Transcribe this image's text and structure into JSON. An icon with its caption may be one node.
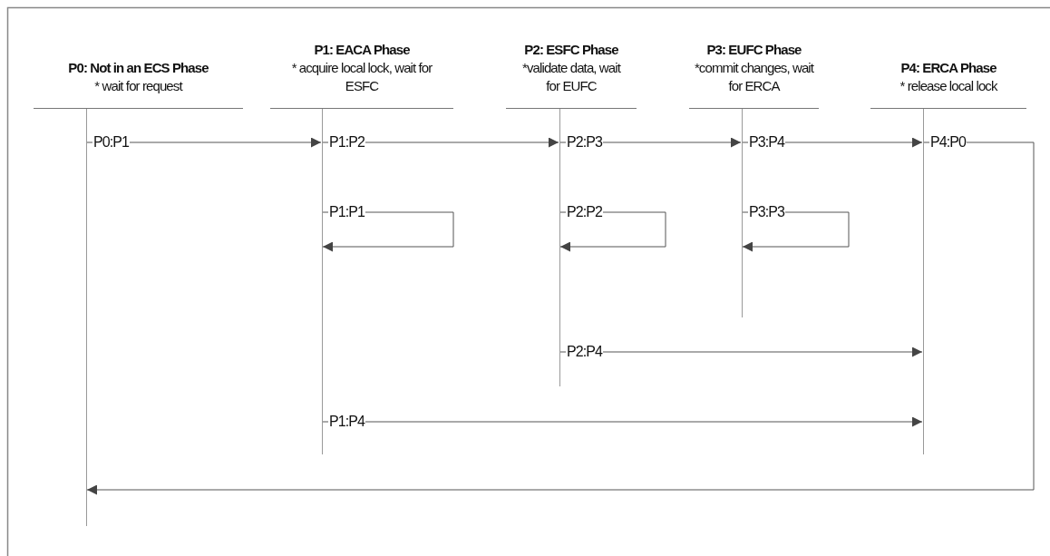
{
  "diagram": {
    "nodes": [
      {
        "text": [
          "P0: Not in an ECS Phase",
          "* wait for request"
        ]
      },
      {
        "text": [
          "P1: EACA Phase",
          "* acquire local lock, wait for ESFC"
        ]
      },
      {
        "text": [
          "P2: ESFC Phase",
          "*validate data, wait for EUFC"
        ]
      },
      {
        "text": [
          "P3: EUFC Phase",
          "*commit changes, wait for ERCA"
        ]
      },
      {
        "text": [
          "P4: ERCA Phase",
          "* release local lock"
        ]
      }
    ],
    "edges": [
      {
        "from": 0,
        "to": 1,
        "arrow": "to",
        "label": "P0:P1"
      },
      {
        "from": 1,
        "to": 2,
        "arrow": "to",
        "label": "P1:P2"
      },
      {
        "from": 2,
        "to": 3,
        "arrow": "to",
        "label": "P2:P3"
      },
      {
        "from": 3,
        "to": 4,
        "arrow": "to",
        "label": "P3:P4"
      },
      {
        "from": 4,
        "to": 0,
        "arrow": "to",
        "label": "P4:P0"
      },
      {
        "from": 1,
        "to": 1,
        "arrow": "to",
        "label": "P1:P1"
      },
      {
        "from": 2,
        "to": 2,
        "arrow": "to",
        "label": "P2:P2"
      },
      {
        "from": 3,
        "to": 3,
        "arrow": "to",
        "label": "P3:P3"
      },
      {
        "from": 2,
        "to": 4,
        "arrow": "to",
        "label": "P2:P4"
      },
      {
        "from": 1,
        "to": 4,
        "arrow": "to",
        "label": "P1:P4"
      }
    ]
  }
}
